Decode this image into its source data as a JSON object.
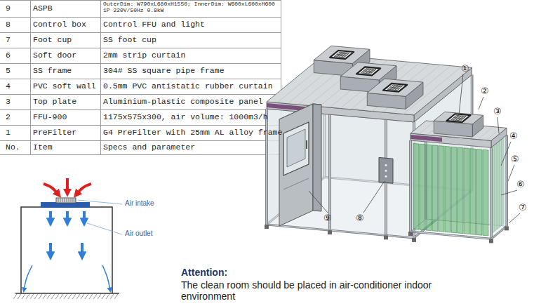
{
  "diagram": {
    "labels": [
      "9",
      "ASPB",
      "OuterDim: W790xL680xH1550; InnerDim: W600xL600xH600 1P 220V/50Hz 0.8kW",
      "8",
      "Control box",
      "Control FFU and light",
      "7",
      "Foot cup",
      "SS foot cup",
      "6",
      "Soft door",
      "2mm strip curtain",
      "5",
      "SS frame",
      "304# SS square pipe frame",
      "4",
      "PVC soft wall",
      "0.5mm PVC antistatic rubber curtain",
      "3",
      "Top plate",
      "Aluminium-plastic composite panel",
      "2",
      "FFU-900",
      "1175x575x300, air volume: 1000m3/h",
      "1",
      "PreFilter",
      "G4 PreFilter with 25mm AL alloy frame",
      "No.",
      "Item",
      "Specs and parameter",
      "Air intake",
      "Air outlet",
      "①",
      "②",
      "③",
      "④",
      "⑤",
      "⑥",
      "⑦",
      "⑧",
      "⑨",
      "Attention:",
      "The clean room should be placed in air-conditioner indoor environment"
    ]
  }
}
